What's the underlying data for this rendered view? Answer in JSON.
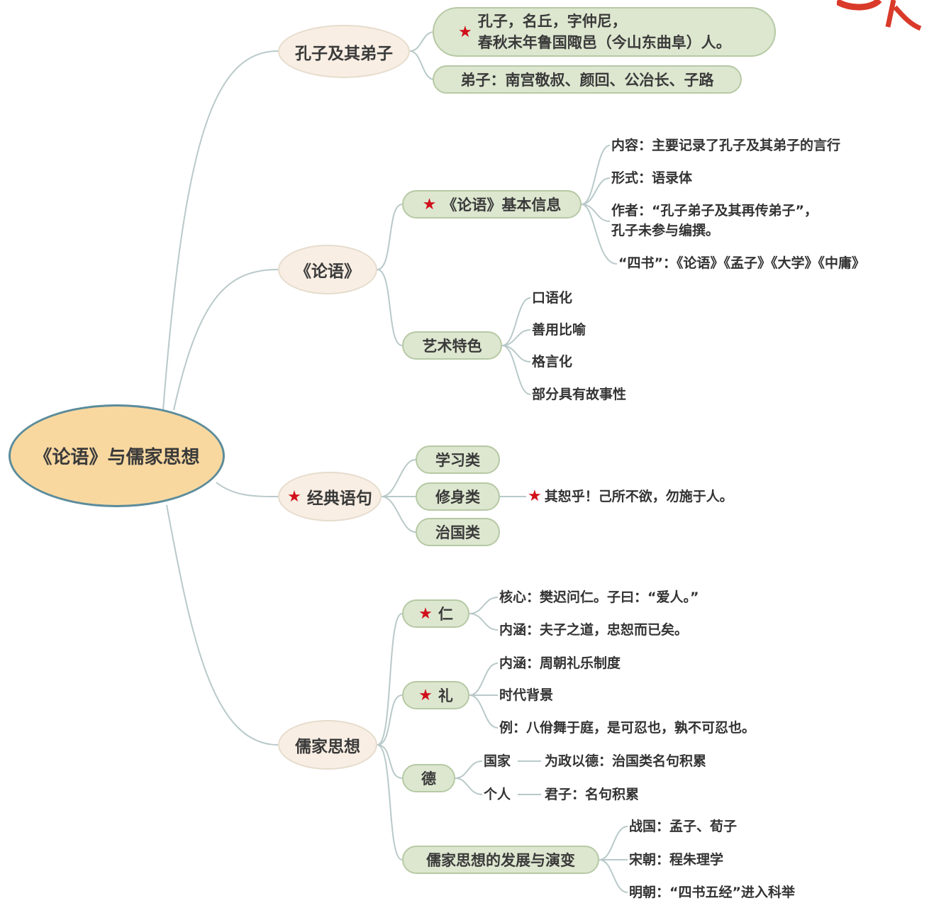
{
  "root": "《论语》与儒家思想",
  "star_icon_color": "#d0101a",
  "branches": {
    "confucius": {
      "label": "孔子及其弟子",
      "intro_line1": "孔子，名丘，字仲尼，",
      "intro_line2": "春秋末年鲁国陬邑（今山东曲阜）人。",
      "disciples": "弟子：南宫敬叔、颜回、公冶长、子路"
    },
    "lunyu": {
      "label": "《论语》",
      "basic": {
        "label": "《论语》基本信息",
        "items": [
          "内容：主要记录了孔子及其弟子的言行",
          "形式：语录体",
          "作者：“孔子弟子及其再传弟子”，",
          "孔子未参与编撰。",
          "“四书”：《论语》《孟子》《大学》《中庸》"
        ]
      },
      "art": {
        "label": "艺术特色",
        "items": [
          "口语化",
          "善用比喻",
          "格言化",
          "部分具有故事性"
        ]
      }
    },
    "quotes": {
      "label": "经典语句",
      "items": [
        "学习类",
        "修身类",
        "治国类"
      ],
      "xiushen_quote": "其恕乎！己所不欲，勿施于人。"
    },
    "ru": {
      "label": "儒家思想",
      "ren": {
        "label": "仁",
        "items": [
          "核心：樊迟问仁。子曰：“爱人。”",
          "内涵：夫子之道，忠恕而已矣。"
        ]
      },
      "li": {
        "label": "礼",
        "items": [
          "内涵：周朝礼乐制度",
          "时代背景",
          "例：八佾舞于庭，是可忍也，孰不可忍也。"
        ]
      },
      "de": {
        "label": "德",
        "items": [
          {
            "k": "国家",
            "v": "为政以德：治国类名句积累"
          },
          {
            "k": "个人",
            "v": "君子：名句积累"
          }
        ]
      },
      "dev": {
        "label": "儒家思想的发展与演变",
        "items": [
          "战国：孟子、荀子",
          "宋朝：程朱理学",
          "明朝：“四书五经”进入科举"
        ]
      }
    }
  }
}
